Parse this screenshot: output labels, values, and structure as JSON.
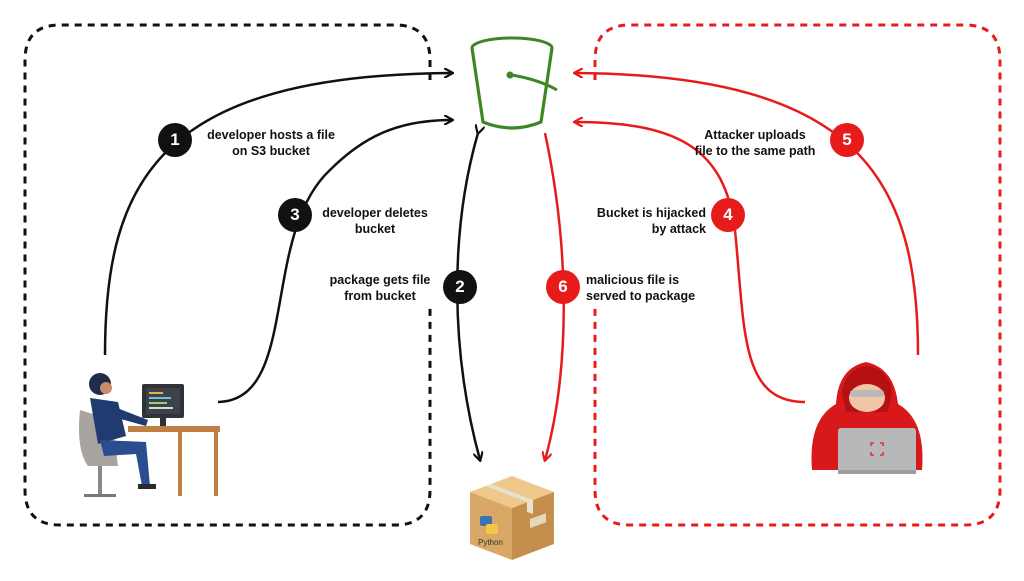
{
  "colors": {
    "developer": "#111111",
    "attacker": "#e81b1b",
    "bucket": "#3f8624",
    "box": "#d9a766"
  },
  "steps": [
    {
      "number": "1",
      "lines": [
        "developer hosts a file",
        "on S3 bucket"
      ],
      "side": "developer"
    },
    {
      "number": "2",
      "lines": [
        "package gets file",
        "from bucket"
      ],
      "side": "developer"
    },
    {
      "number": "3",
      "lines": [
        "developer deletes",
        "bucket"
      ],
      "side": "developer"
    },
    {
      "number": "4",
      "lines": [
        "Bucket is hijacked",
        "by attack"
      ],
      "side": "attacker"
    },
    {
      "number": "5",
      "lines": [
        "Attacker uploads",
        "file to the same path"
      ],
      "side": "attacker"
    },
    {
      "number": "6",
      "lines": [
        "malicious file is",
        "served to package"
      ],
      "side": "attacker"
    }
  ],
  "icons": {
    "bucket": "s3-bucket-icon",
    "package": "python-package-box-icon",
    "developer": "developer-at-desk-icon",
    "attacker": "hooded-attacker-laptop-icon"
  },
  "package_logo_text": "Python"
}
